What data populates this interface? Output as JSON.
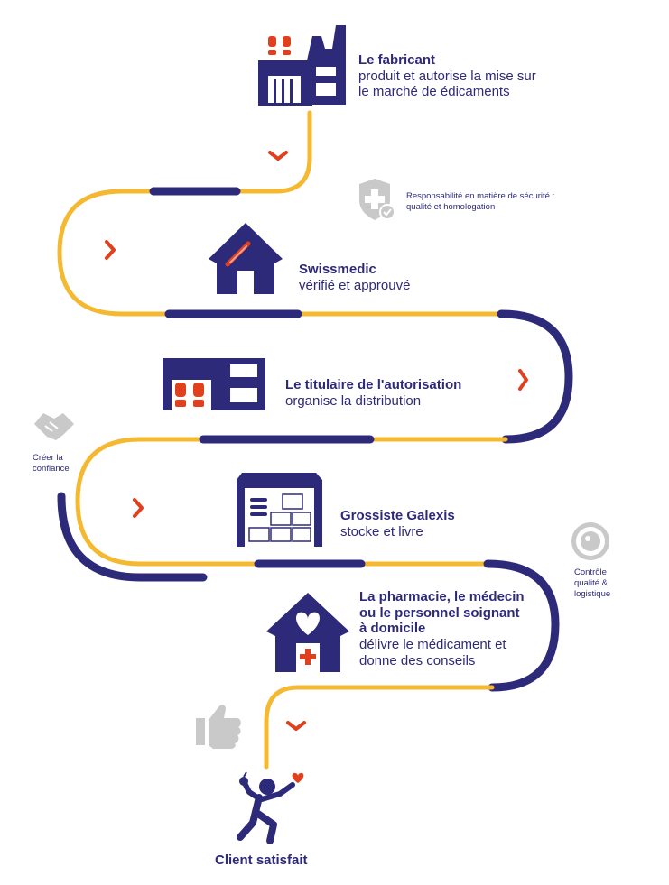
{
  "colors": {
    "navy": "#2e2a7a",
    "yellow": "#f5b931",
    "red": "#e0401e",
    "gray": "#c9c9c9"
  },
  "steps": [
    {
      "title": "Le fabricant",
      "lines": [
        "produit et autorise la mise sur",
        "le marché de édicaments"
      ],
      "icon": "factory-icon"
    },
    {
      "title": "Swissmedic",
      "lines": [
        "vérifié et approuvé"
      ],
      "icon": "house-icon"
    },
    {
      "title": "Le titulaire de l'autorisation",
      "lines": [
        "organise la distribution"
      ],
      "icon": "building-icon"
    },
    {
      "title": "Grossiste Galexis",
      "lines": [
        "stocke et livre"
      ],
      "icon": "warehouse-icon"
    },
    {
      "title_lines": [
        "La pharmacie, le médecin",
        "ou le personnel soignant",
        "à domicile"
      ],
      "lines": [
        "délivre le médicament et",
        "donne des conseils"
      ],
      "icon": "pharmacy-icon"
    },
    {
      "title": "Client satisfait",
      "icon": "runner-icon"
    }
  ],
  "side_notes": {
    "security": [
      "Responsabilité en matière de sécurité :",
      "qualité et homologation"
    ],
    "trust": [
      "Créer la",
      "confiance"
    ],
    "control": [
      "Contrôle",
      "qualité &",
      "logistique"
    ]
  }
}
